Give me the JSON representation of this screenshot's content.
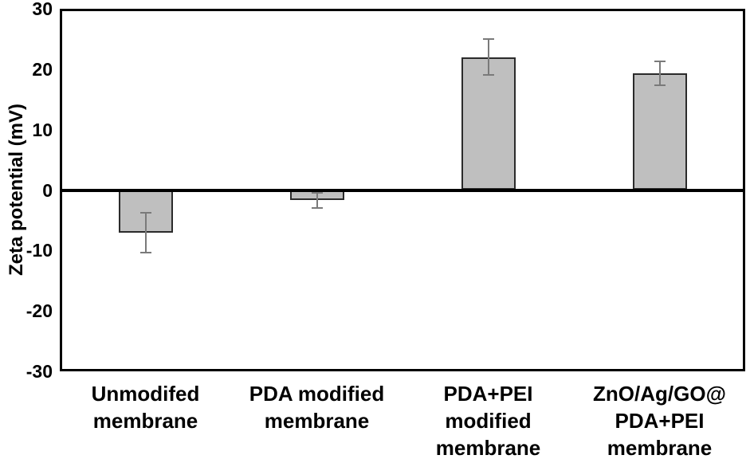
{
  "chart_data": {
    "type": "bar",
    "title": "",
    "xlabel": "",
    "ylabel": "Zeta potential (mV)",
    "ylim": [
      -30,
      30
    ],
    "yticks": [
      "30",
      "20",
      "10",
      "0",
      "-10",
      "-20",
      "-30"
    ],
    "ytick_values": [
      30,
      20,
      10,
      0,
      -10,
      -20,
      -30
    ],
    "grid": false,
    "legend": "none",
    "categories": [
      "Unmodifed\nmembrane",
      "PDA modified\nmembrane",
      "PDA+PEI\nmodified\nmembrane",
      "ZnO/Ag/GO@\nPDA+PEI\nmembrane"
    ],
    "values": [
      -7,
      -1.7,
      22,
      19.3
    ],
    "errors": [
      3.3,
      1.3,
      3.0,
      2.0
    ],
    "bar_fill_color": "#bfbfbf",
    "bar_border_color": "#2b2b2b",
    "error_bar_color": "#7a7a7a",
    "axis_line_color": "#000000"
  }
}
